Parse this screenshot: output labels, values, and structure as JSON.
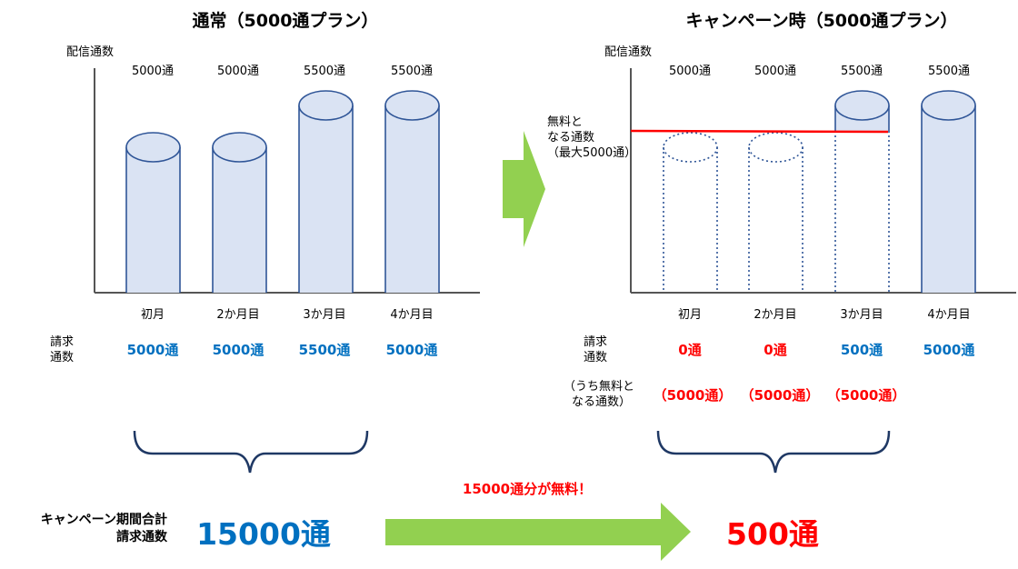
{
  "left_panel": {
    "title": "通常（5000通プラン）",
    "y_label": "配信通数",
    "bars": [
      {
        "value_label": "5000通",
        "month": "初月",
        "billed": "5000通",
        "count": 5000
      },
      {
        "value_label": "5000通",
        "month": "2か月目",
        "billed": "5000通",
        "count": 5000
      },
      {
        "value_label": "5500通",
        "month": "3か月目",
        "billed": "5500通",
        "count": 5500
      },
      {
        "value_label": "5500通",
        "month": "4か月目",
        "billed": "5000通",
        "count": 5500
      }
    ],
    "billed_label": [
      "請求",
      "通数"
    ]
  },
  "right_panel": {
    "title": "キャンペーン時（5000通プラン）",
    "y_label": "配信通数",
    "free_label": [
      "無料と",
      "なる通数",
      "（最大5000通）"
    ],
    "bars": [
      {
        "value_label": "5000通",
        "month": "初月",
        "billed": "0通",
        "free": "（5000通）",
        "count": 5000
      },
      {
        "value_label": "5000通",
        "month": "2か月目",
        "billed": "0通",
        "free": "（5000通）",
        "count": 5000
      },
      {
        "value_label": "5500通",
        "month": "3か月目",
        "billed": "500通",
        "free": "（5000通）",
        "count": 5500
      },
      {
        "value_label": "5500通",
        "month": "4か月目",
        "billed": "5000通",
        "free": "",
        "count": 5500
      }
    ],
    "billed_label": [
      "請求",
      "通数"
    ],
    "free_row_label": [
      "（うち無料と",
      "なる通数）"
    ],
    "free_limit": 5000
  },
  "summary": {
    "label": [
      "キャンペーン期間合計",
      "請求通数"
    ],
    "normal_total": "15000通",
    "campaign_total": "500通",
    "savings": "15000通分が無料！"
  },
  "colors": {
    "bar_fill": "#dae3f3",
    "bar_stroke": "#2f5597",
    "brace": "#1f3864",
    "arrow": "#92d050",
    "limit_line": "#ff0000",
    "blue_text": "#0070c0",
    "red_text": "#ff0000"
  }
}
